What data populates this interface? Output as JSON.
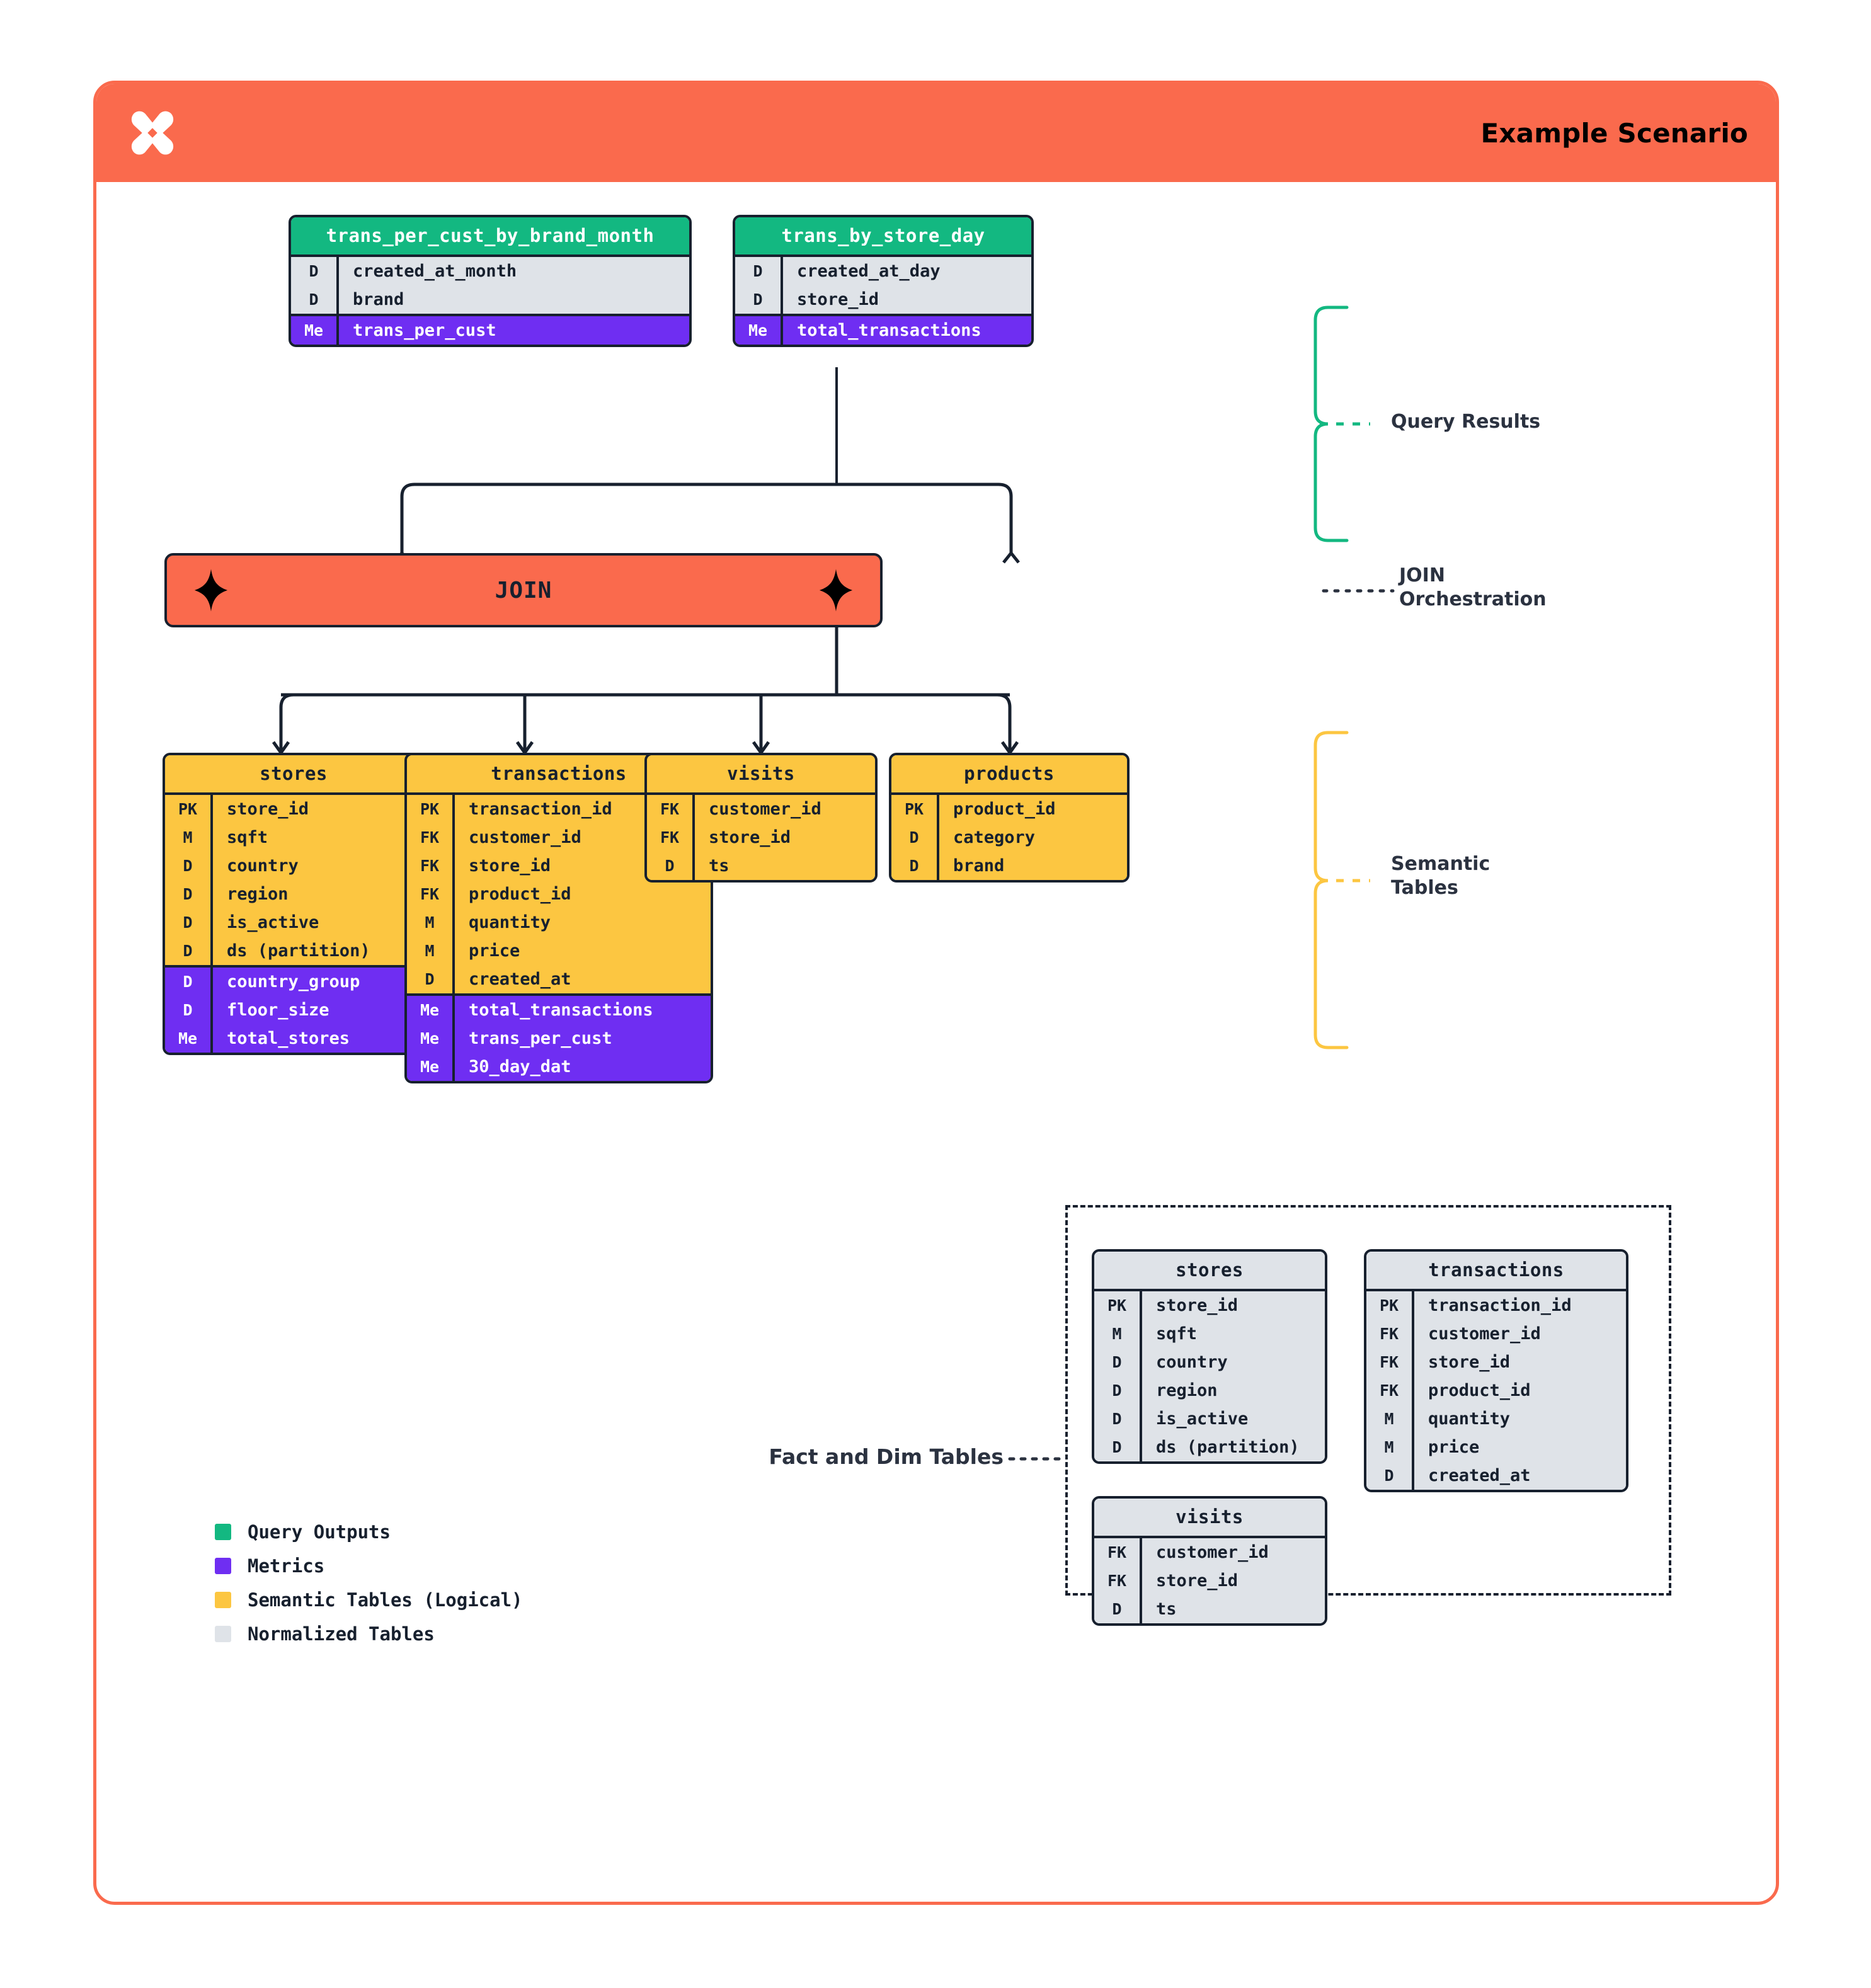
{
  "header": {
    "title": "Example Scenario",
    "logo_icon": "x-star-logo",
    "bg_color": "#fa6a4d"
  },
  "palette": {
    "query_output": "#13b881",
    "metrics": "#6f2ef2",
    "semantic": "#fcc641",
    "normalized": "#dfe3e8",
    "accent": "#fa6a4d",
    "ink": "#17202e"
  },
  "query_results": {
    "bracket_label": "Query Results",
    "tables": [
      {
        "name": "trans_per_cust_by_brand_month",
        "dims": [
          {
            "key": "D",
            "field": "created_at_month"
          },
          {
            "key": "D",
            "field": "brand"
          }
        ],
        "metrics": [
          {
            "key": "Me",
            "field": "trans_per_cust"
          }
        ]
      },
      {
        "name": "trans_by_store_day",
        "dims": [
          {
            "key": "D",
            "field": "created_at_day"
          },
          {
            "key": "D",
            "field": "store_id"
          }
        ],
        "metrics": [
          {
            "key": "Me",
            "field": "total_transactions"
          }
        ]
      }
    ]
  },
  "join": {
    "label": "JOIN",
    "bracket_label_line1": "JOIN",
    "bracket_label_line2": "Orchestration",
    "left_icon": "sparkle-icon",
    "right_icon": "sparkle-icon"
  },
  "semantic_tables": {
    "bracket_label_line1": "Semantic",
    "bracket_label_line2": "Tables",
    "tables": [
      {
        "name": "stores",
        "base": [
          {
            "key": "PK",
            "field": "store_id"
          },
          {
            "key": "M",
            "field": "sqft"
          },
          {
            "key": "D",
            "field": "country"
          },
          {
            "key": "D",
            "field": "region"
          },
          {
            "key": "D",
            "field": "is_active"
          },
          {
            "key": "D",
            "field": "ds (partition)"
          }
        ],
        "metrics": [
          {
            "key": "D",
            "field": "country_group"
          },
          {
            "key": "D",
            "field": "floor_size"
          },
          {
            "key": "Me",
            "field": "total_stores"
          }
        ]
      },
      {
        "name": "transactions",
        "base": [
          {
            "key": "PK",
            "field": "transaction_id"
          },
          {
            "key": "FK",
            "field": "customer_id"
          },
          {
            "key": "FK",
            "field": "store_id"
          },
          {
            "key": "FK",
            "field": "product_id"
          },
          {
            "key": "M",
            "field": "quantity"
          },
          {
            "key": "M",
            "field": "price"
          },
          {
            "key": "D",
            "field": "created_at"
          }
        ],
        "metrics": [
          {
            "key": "Me",
            "field": "total_transactions"
          },
          {
            "key": "Me",
            "field": "trans_per_cust"
          },
          {
            "key": "Me",
            "field": "30_day_dat"
          }
        ]
      },
      {
        "name": "visits",
        "base": [
          {
            "key": "FK",
            "field": "customer_id"
          },
          {
            "key": "FK",
            "field": "store_id"
          },
          {
            "key": "D",
            "field": "ts"
          }
        ],
        "metrics": []
      },
      {
        "name": "products",
        "base": [
          {
            "key": "PK",
            "field": "product_id"
          },
          {
            "key": "D",
            "field": "category"
          },
          {
            "key": "D",
            "field": "brand"
          }
        ],
        "metrics": []
      }
    ]
  },
  "fact_dim": {
    "label": "Fact and Dim Tables",
    "tables": [
      {
        "name": "stores",
        "base": [
          {
            "key": "PK",
            "field": "store_id"
          },
          {
            "key": "M",
            "field": "sqft"
          },
          {
            "key": "D",
            "field": "country"
          },
          {
            "key": "D",
            "field": "region"
          },
          {
            "key": "D",
            "field": "is_active"
          },
          {
            "key": "D",
            "field": "ds (partition)"
          }
        ]
      },
      {
        "name": "transactions",
        "base": [
          {
            "key": "PK",
            "field": "transaction_id"
          },
          {
            "key": "FK",
            "field": "customer_id"
          },
          {
            "key": "FK",
            "field": "store_id"
          },
          {
            "key": "FK",
            "field": "product_id"
          },
          {
            "key": "M",
            "field": "quantity"
          },
          {
            "key": "M",
            "field": "price"
          },
          {
            "key": "D",
            "field": "created_at"
          }
        ]
      },
      {
        "name": "visits",
        "base": [
          {
            "key": "FK",
            "field": "customer_id"
          },
          {
            "key": "FK",
            "field": "store_id"
          },
          {
            "key": "D",
            "field": "ts"
          }
        ]
      }
    ]
  },
  "legend": {
    "items": [
      {
        "color": "#13b881",
        "label": "Query Outputs"
      },
      {
        "color": "#6f2ef2",
        "label": "Metrics"
      },
      {
        "color": "#fcc641",
        "label": "Semantic Tables (Logical)"
      },
      {
        "color": "#dfe3e8",
        "label": "Normalized Tables"
      }
    ]
  }
}
